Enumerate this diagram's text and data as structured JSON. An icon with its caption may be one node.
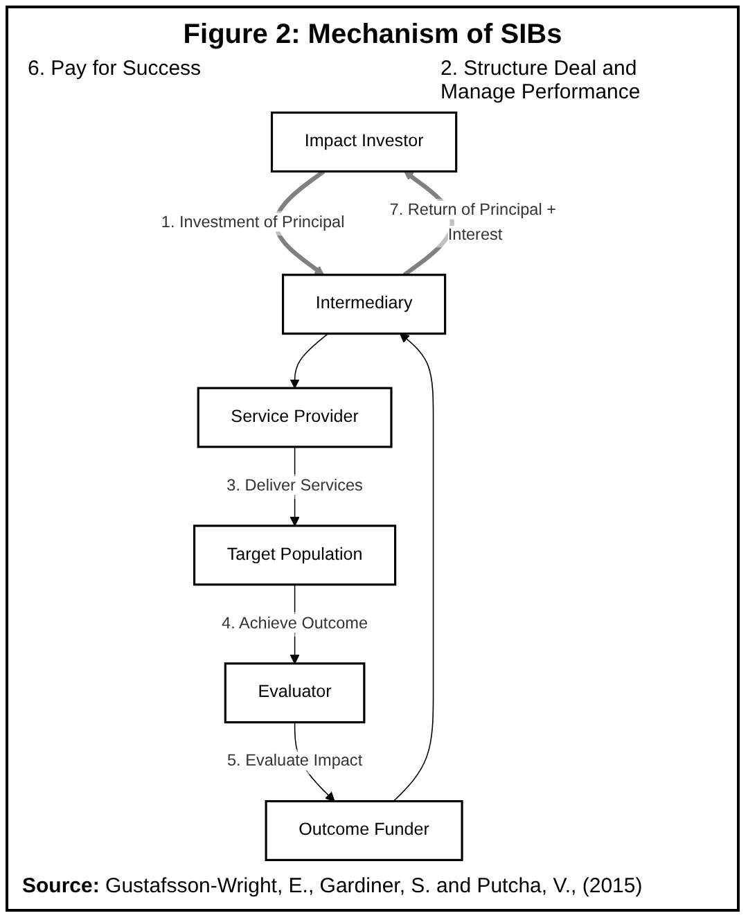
{
  "diagram": {
    "title": "Figure 2: Mechanism of SIBs",
    "nodes": [
      {
        "text": [
          "Impact Investor"
        ]
      },
      {
        "text": [
          "Intermediary"
        ]
      },
      {
        "text": [
          "Outcome Funder"
        ]
      },
      {
        "text": [
          "Service Provider"
        ]
      },
      {
        "text": [
          "Evaluator"
        ]
      },
      {
        "text": [
          "Target Population"
        ]
      }
    ],
    "edges": [
      {
        "from": 0,
        "to": 1,
        "arrow": "to",
        "label": "1. Investment of Principal",
        "style": "thick",
        "color": "#808080"
      },
      {
        "from": 1,
        "to": 0,
        "arrow": "to",
        "label": "7. Return of Principal + Interest",
        "style": "thick",
        "color": "#808080"
      },
      {
        "from": 1,
        "to": 3,
        "arrow": "to"
      },
      {
        "from": 3,
        "to": 5,
        "arrow": "to",
        "label": "3. Deliver Services"
      },
      {
        "from": 5,
        "to": 4,
        "arrow": "to",
        "label": "4. Achieve Outcome"
      },
      {
        "from": 4,
        "to": 2,
        "arrow": "to",
        "label": "5. Evaluate Impact"
      },
      {
        "from": 2,
        "to": 1,
        "arrow": "to"
      }
    ],
    "labels": [
      "6. Pay for Success",
      "2. Structure Deal and Manage Performance"
    ],
    "caption": "**Source:** Gustafsson-Wright, E., Gardiner, S. and Putcha, V., (2015)"
  }
}
